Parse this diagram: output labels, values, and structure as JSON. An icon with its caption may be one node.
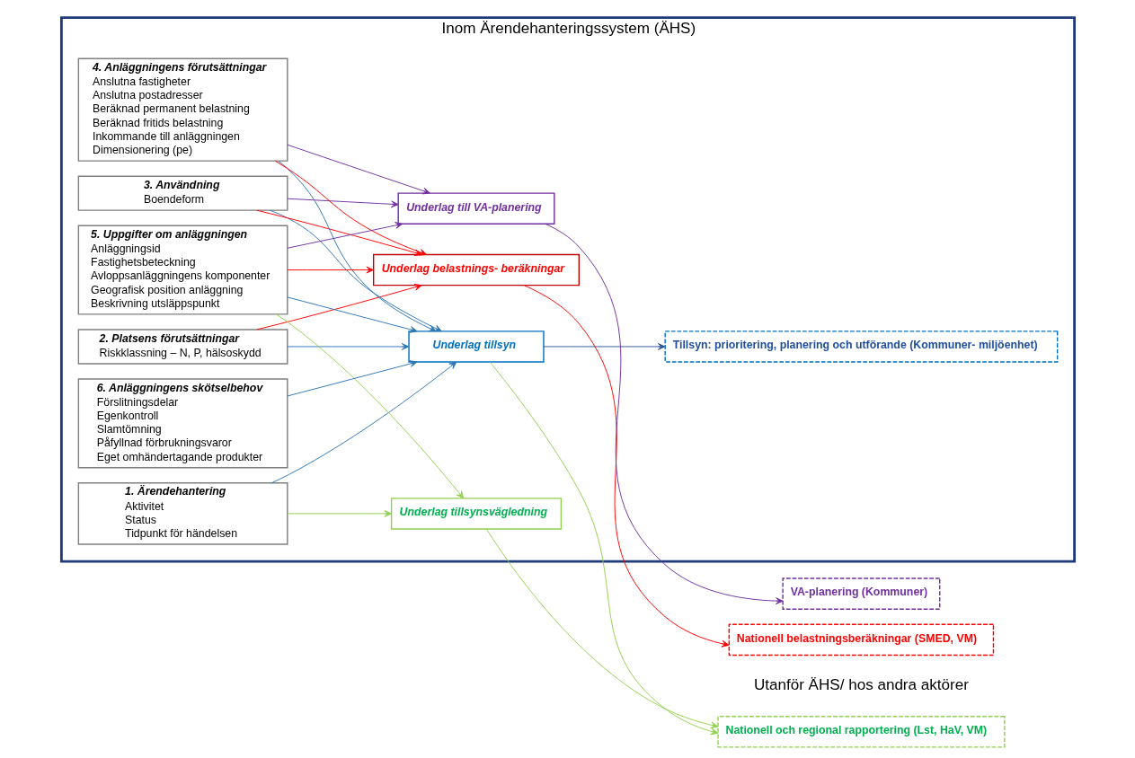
{
  "diagram": {
    "nodes": [
      {
        "text": [
          "Inom Ärendehanteringssystem (ÄHS)"
        ]
      },
      {
        "text": [
          "1. Ärendehantering",
          "Aktivitet",
          "Status",
          "Tidpunkt för händelsen"
        ],
        "in": 0
      },
      {
        "text": [
          "2. Platsens förutsättningar",
          "Riskklassning – N, P, hälsoskydd"
        ],
        "in": 0
      },
      {
        "text": [
          "3. Användning",
          "Boendeform"
        ],
        "in": 0
      },
      {
        "text": [
          "4. Anläggningens förutsättningar",
          "Anslutna fastigheter",
          "Anslutna postadresser",
          "Beräknad permanent belastning",
          "Beräknad fritids belastning",
          "Inkommande till anläggningen",
          "Dimensionering (pe)"
        ],
        "in": 0
      },
      {
        "text": [
          "5. Uppgifter om anläggningen",
          "Anläggningsid",
          "Fastighetsbeteckning",
          "Avloppsanläggningens komponenter",
          "Geografisk position anläggning",
          "Beskrivning utsläppspunkt"
        ],
        "in": 0
      },
      {
        "text": [
          "6. Anläggningens skötselbehov",
          "Förslitningsdelar",
          "Egenkontroll",
          "Slamtömning",
          "Påfyllnad förbrukningsvaror",
          "Eget omhändertagande produkter"
        ],
        "in": 0
      },
      {
        "text": [
          "Underlag tillsyn"
        ],
        "in": 0
      },
      {
        "text": [
          "Underlag tillsynsvägledning"
        ],
        "in": 0
      },
      {
        "text": [
          "Underlag belastnings- beräkningar"
        ],
        "in": 0
      },
      {
        "text": [
          "Underlag till VA-planering"
        ],
        "in": 0
      },
      {
        "text": [
          "Tillsyn: prioritering, planering och utförande (Kommuner- miljöenhet)"
        ],
        "in": 0
      },
      {
        "text": [
          "Nationell och regional rapportering (Lst, HaV, VM)"
        ]
      },
      {
        "text": [
          "Nationell belastningsberäkningar (SMED, VM)"
        ]
      },
      {
        "text": [
          "VA-planering (Kommuner)"
        ]
      }
    ],
    "edges": [
      {
        "from": 1,
        "to": 7,
        "arrow": "to"
      },
      {
        "from": 1,
        "to": 8,
        "arrow": "to",
        "color": "#92d050"
      },
      {
        "from": 2,
        "to": 7,
        "arrow": "to"
      },
      {
        "from": 2,
        "to": 9,
        "arrow": "to",
        "color": "#ff0000"
      },
      {
        "from": 3,
        "to": 7,
        "arrow": "to"
      },
      {
        "from": 3,
        "to": 9,
        "arrow": "to",
        "color": "#ff0000"
      },
      {
        "from": 3,
        "to": 10,
        "arrow": "to",
        "color": "#7030a0"
      },
      {
        "from": 4,
        "to": 7,
        "arrow": "to"
      },
      {
        "from": 4,
        "to": 9,
        "arrow": "to",
        "color": "#ff0000"
      },
      {
        "from": 4,
        "to": 10,
        "arrow": "to",
        "color": "#7030a0"
      },
      {
        "from": 5,
        "to": 7,
        "arrow": "to"
      },
      {
        "from": 5,
        "to": 8,
        "arrow": "to",
        "color": "#92d050"
      },
      {
        "from": 5,
        "to": 9,
        "arrow": "to",
        "color": "#ff0000"
      },
      {
        "from": 5,
        "to": 10,
        "arrow": "to",
        "color": "#7030a0"
      },
      {
        "from": 6,
        "to": 7,
        "arrow": "to"
      },
      {
        "from": 7,
        "to": 11,
        "arrow": "to",
        "color": "#2f5597"
      },
      {
        "from": 7,
        "to": 12,
        "arrow": "to",
        "color": "#92d050"
      },
      {
        "from": 8,
        "to": 12,
        "arrow": "to",
        "color": "#92d050"
      },
      {
        "from": 9,
        "to": 13,
        "arrow": "to",
        "color": "#ff0000"
      },
      {
        "from": 10,
        "to": 14,
        "arrow": "to",
        "color": "#7030a0"
      }
    ],
    "labels": [
      "Utanför ÄHS/ hos andra aktörer"
    ]
  }
}
